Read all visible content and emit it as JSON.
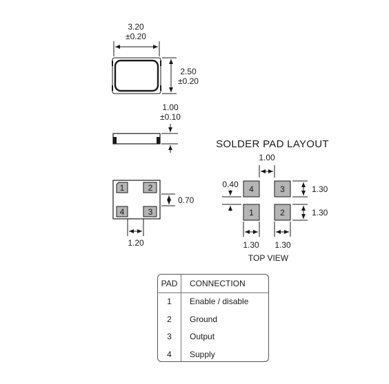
{
  "package": {
    "length": {
      "value": "3.20",
      "tol": "±0.20"
    },
    "width": {
      "value": "2.50",
      "tol": "±0.20"
    },
    "height": {
      "value": "1.00",
      "tol": "±0.10"
    },
    "pad_pitch_vertical": "0.70",
    "pad_pitch_horizontal": "1.20",
    "pads": [
      "1",
      "2",
      "4",
      "3"
    ]
  },
  "solder_layout": {
    "title": "SOLDER PAD LAYOUT",
    "gap_x": "1.00",
    "gap_y": "0.40",
    "pad_h_top": "1.30",
    "pad_h_bottom": "1.30",
    "pad_w_left": "1.30",
    "pad_w_right": "1.30",
    "pads": [
      "4",
      "3",
      "1",
      "2"
    ],
    "view_label": "TOP VIEW"
  },
  "table": {
    "header": {
      "pad": "PAD",
      "connection": "CONNECTION"
    },
    "rows": [
      {
        "pad": "1",
        "connection": "Enable / disable"
      },
      {
        "pad": "2",
        "connection": "Ground"
      },
      {
        "pad": "3",
        "connection": "Output"
      },
      {
        "pad": "4",
        "connection": "Supply"
      }
    ]
  },
  "colors": {
    "line": "#1a1a1a",
    "pad_fill": "#b5b5b5"
  }
}
